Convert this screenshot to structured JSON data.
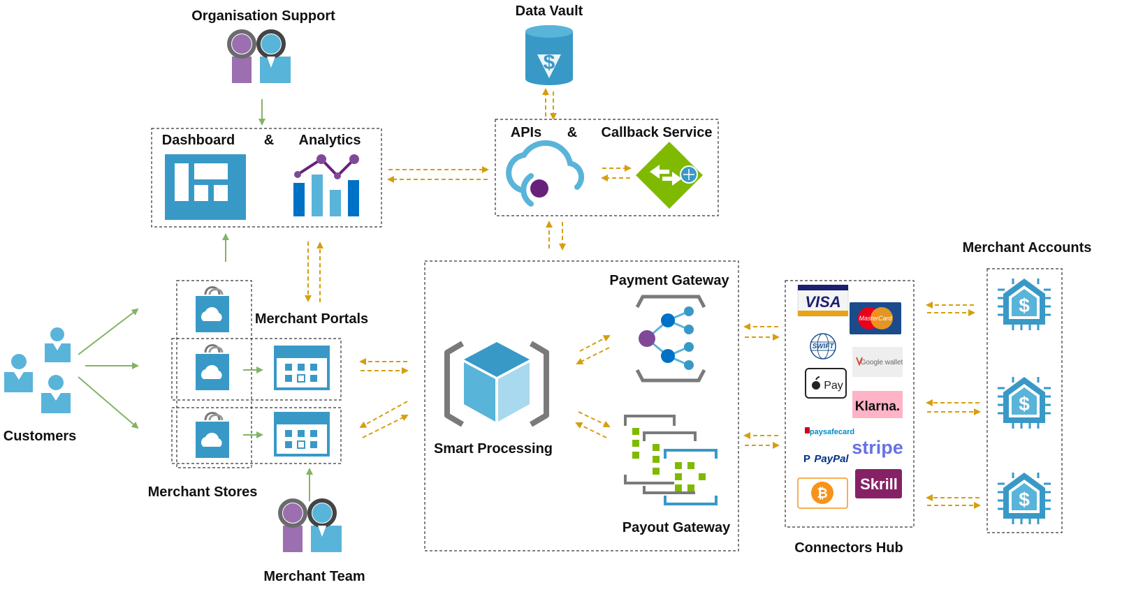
{
  "labels": {
    "organisation_support": "Organisation Support",
    "data_vault": "Data Vault",
    "dashboard": "Dashboard",
    "amp1": "&",
    "analytics": "Analytics",
    "apis": "APIs",
    "amp2": "&",
    "callback_service": "Callback Service",
    "merchant_accounts": "Merchant Accounts",
    "merchant_portals": "Merchant Portals",
    "payment_gateway": "Payment Gateway",
    "customers": "Customers",
    "smart_processing": "Smart Processing",
    "merchant_stores": "Merchant Stores",
    "payout_gateway": "Payout Gateway",
    "connectors_hub": "Connectors Hub",
    "merchant_team": "Merchant Team"
  },
  "connectors": {
    "visa": "VISA",
    "mastercard": "MasterCard",
    "swift": "SWIFT",
    "google_wallet": "Google wallet",
    "apple_pay": "Pay",
    "klarna": "Klarna.",
    "paysafecard": "paysafecard",
    "stripe": "stripe",
    "paypal": "PayPal",
    "skrill": "Skrill",
    "bitcoin": "₿"
  },
  "icons": {
    "dollar": "$"
  },
  "colors": {
    "blue": "#3999c6",
    "light_blue": "#59b4d9",
    "purple": "#804998",
    "green_arrow": "#82b366",
    "orange_arrow": "#d69e0f",
    "lime": "#7fba00"
  }
}
